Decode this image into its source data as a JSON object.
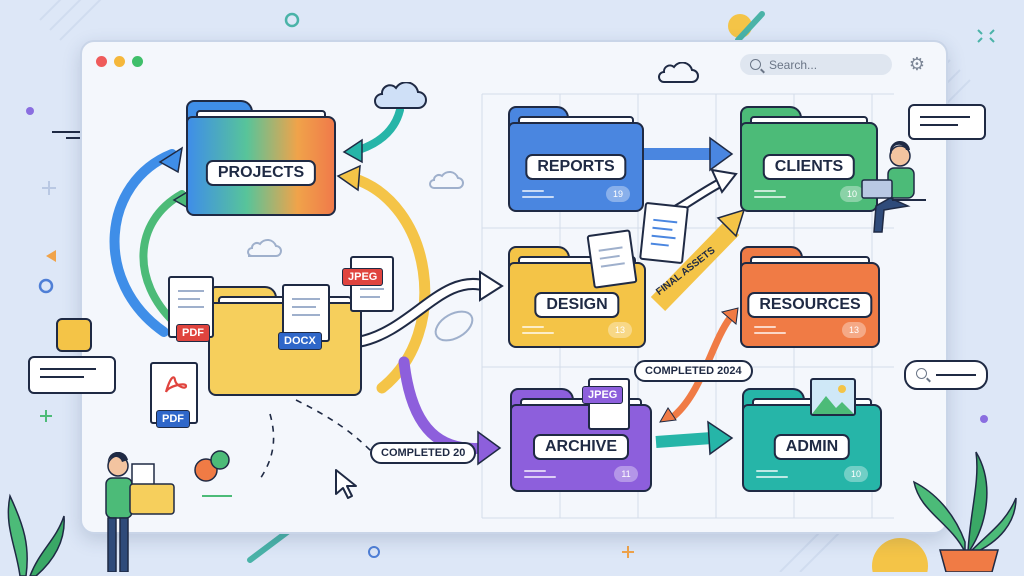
{
  "search": {
    "placeholder": "Search..."
  },
  "folders": {
    "projects": {
      "label": "PROJECTS"
    },
    "reports": {
      "label": "REPORTS",
      "count": "19"
    },
    "clients": {
      "label": "CLIENTS",
      "count": "10"
    },
    "design": {
      "label": "DESIGN",
      "count": "13"
    },
    "resources": {
      "label": "RESOURCES",
      "count": "13"
    },
    "archive": {
      "label": "ARCHIVE",
      "count": "11"
    },
    "admin": {
      "label": "ADMIN",
      "count": "10"
    }
  },
  "file_tags": {
    "pdf_a": "PDF",
    "pdf_b": "PDF",
    "docx": "DOCX",
    "jpeg_a": "JPEG",
    "jpeg_b": "JPEG"
  },
  "annotations": {
    "completed_20": "COMPLETED 20",
    "completed_2024": "COMPLETED 2024",
    "final_assets": "FINAL ASSETS"
  },
  "colors": {
    "projects": [
      "#3f8ee8",
      "#57c49a",
      "#f0a34a",
      "#f07a4a"
    ],
    "reports": "#4a86e0",
    "clients": "#4cbb78",
    "design": "#f4c447",
    "resources": "#f07b45",
    "archive": "#8d5fdc",
    "admin": "#26b5a8",
    "unsorted": "#f6cf5c"
  },
  "icons": [
    "search-icon",
    "gear-icon",
    "cloud-icon",
    "sparkle-icon",
    "chat-bubble-icon",
    "laptop-icon",
    "plant-icon",
    "pdf-icon",
    "cursor-icon"
  ]
}
